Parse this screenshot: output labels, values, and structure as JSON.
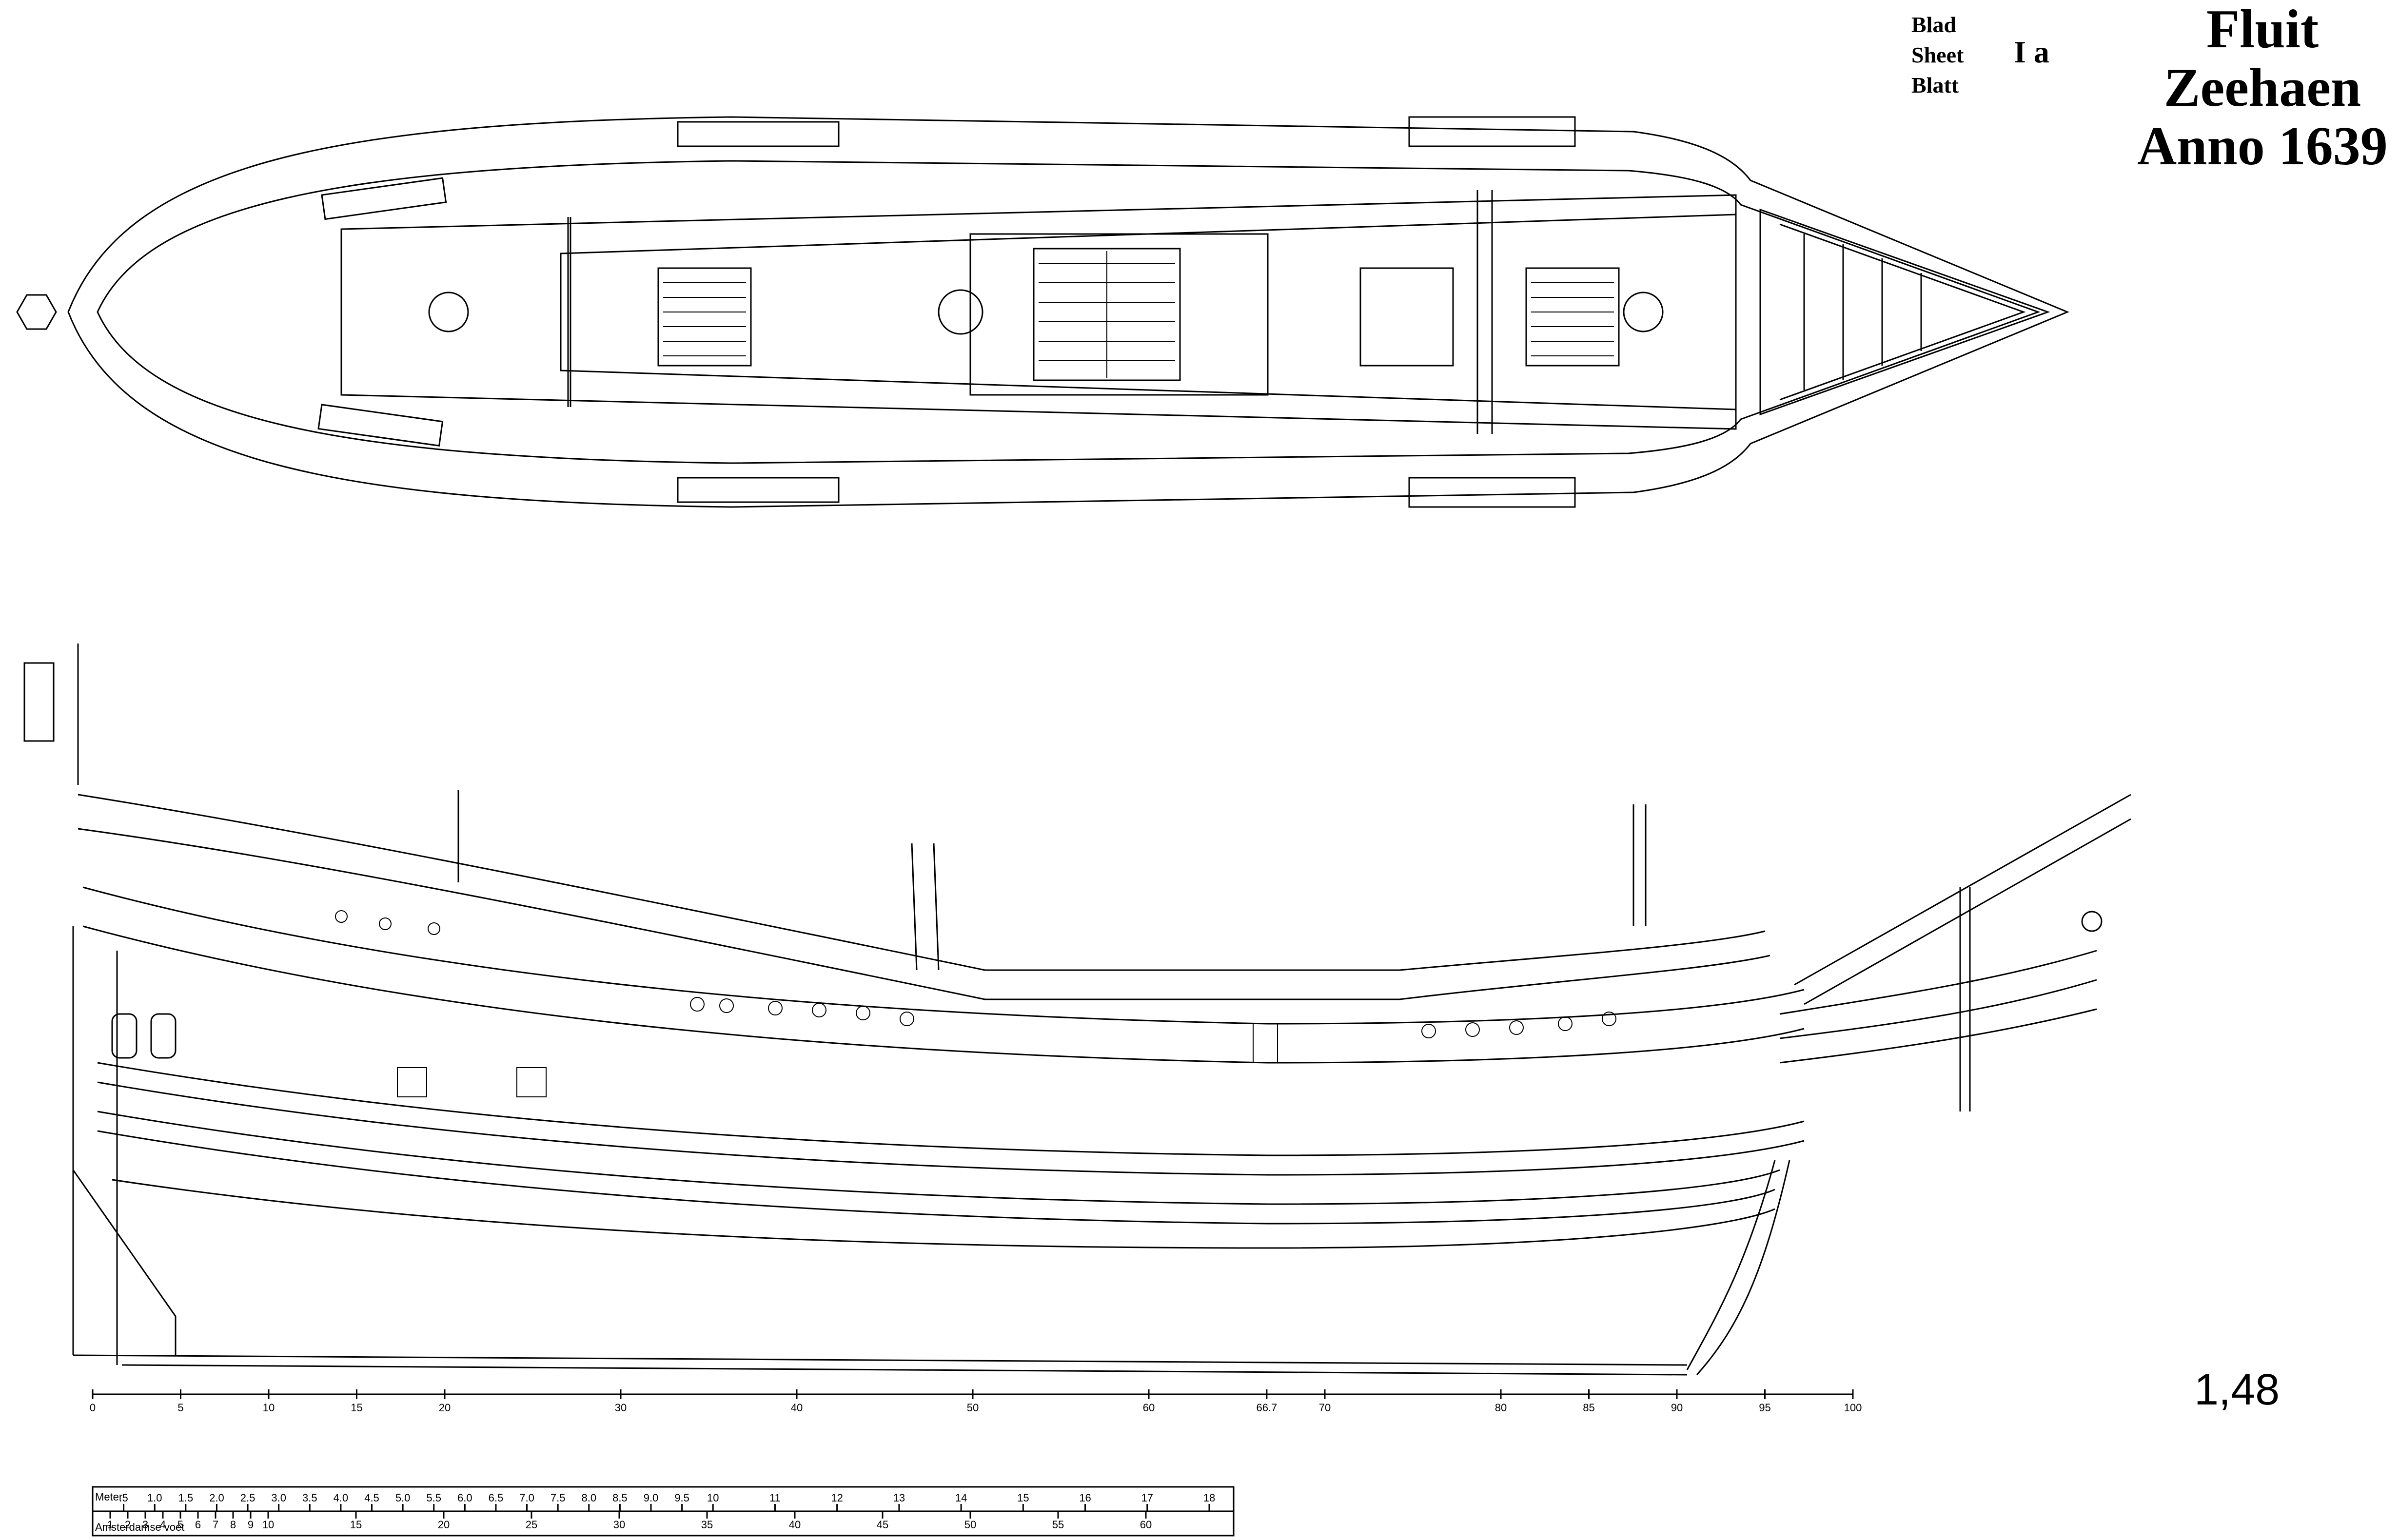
{
  "sheet": {
    "labels": [
      "Blad",
      "Sheet",
      "Blatt"
    ],
    "number": "I a"
  },
  "title": {
    "line1": "Fluit",
    "line2": "Zeehaen",
    "line3": "Anno 1639"
  },
  "scale": {
    "ratio": "1,48",
    "hull_ticks": [
      "0",
      "5",
      "10",
      "15",
      "20",
      "30",
      "40",
      "50",
      "60",
      "66.7",
      "70",
      "80",
      "85",
      "90",
      "95",
      "100"
    ],
    "bar_top_label": "Meter",
    "bar_bottom_label": "Amsterdamse voet",
    "meter_ticks": [
      ".5",
      "1.0",
      "1.5",
      "2.0",
      "2.5",
      "3.0",
      "3.5",
      "4.0",
      "4.5",
      "5.0",
      "5.5",
      "6.0",
      "6.5",
      "7.0",
      "7.5",
      "8.0",
      "8.5",
      "9.0",
      "9.5",
      "10",
      "11",
      "12",
      "13",
      "14",
      "15",
      "16",
      "17",
      "18"
    ],
    "voet_ticks": [
      "1",
      "2",
      "3",
      "4",
      "5",
      "6",
      "7",
      "8",
      "9",
      "10",
      "15",
      "20",
      "25",
      "30",
      "35",
      "40",
      "45",
      "50",
      "55",
      "60"
    ]
  },
  "colors": {
    "ink": "#000000",
    "paper": "#ffffff"
  }
}
